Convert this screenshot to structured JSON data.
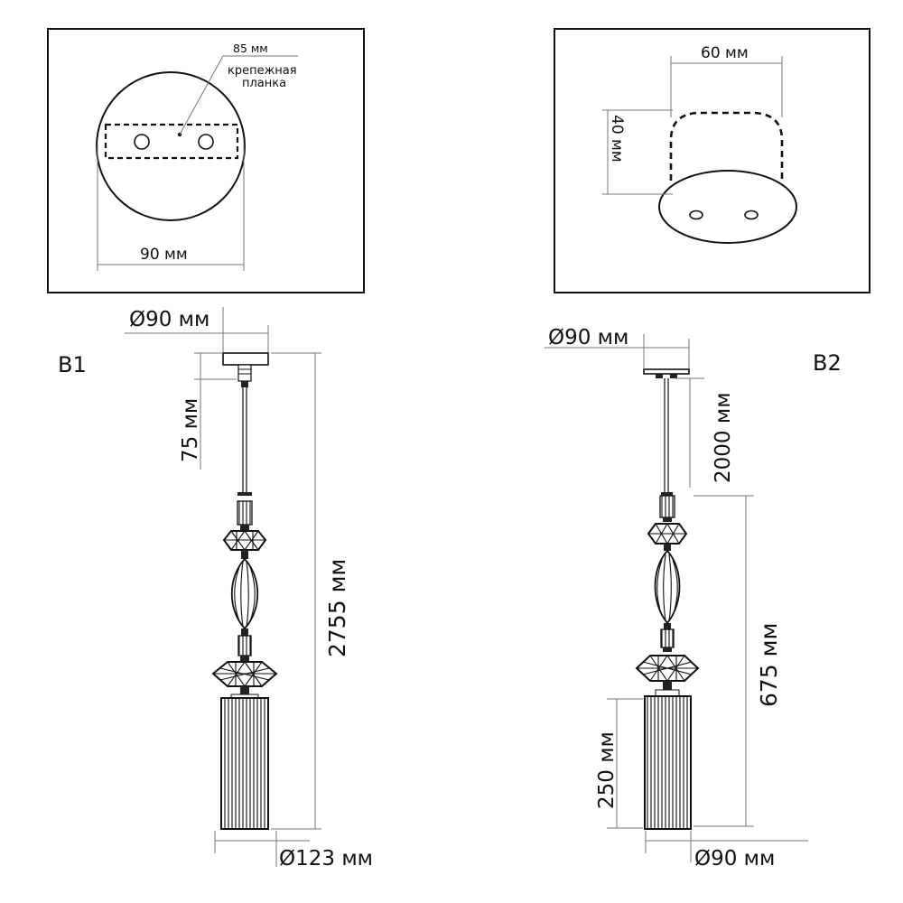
{
  "panel_left": {
    "top_dim": "85 мм",
    "callout_line1": "крепежная",
    "callout_line2": "планка",
    "bottom_dim": "90 мм"
  },
  "panel_right": {
    "top_dim": "60 мм",
    "side_dim": "40 мм"
  },
  "lamp_b1": {
    "label": "B1",
    "canopy_diameter": "Ø90 мм",
    "canopy_height": "75 мм",
    "total_height": "2755 мм",
    "shade_diameter": "Ø123 мм"
  },
  "lamp_b2": {
    "label": "B2",
    "canopy_diameter": "Ø90 мм",
    "cable_length": "2000 мм",
    "body_height": "675 мм",
    "shade_height": "250 мм",
    "shade_diameter": "Ø90 мм"
  }
}
